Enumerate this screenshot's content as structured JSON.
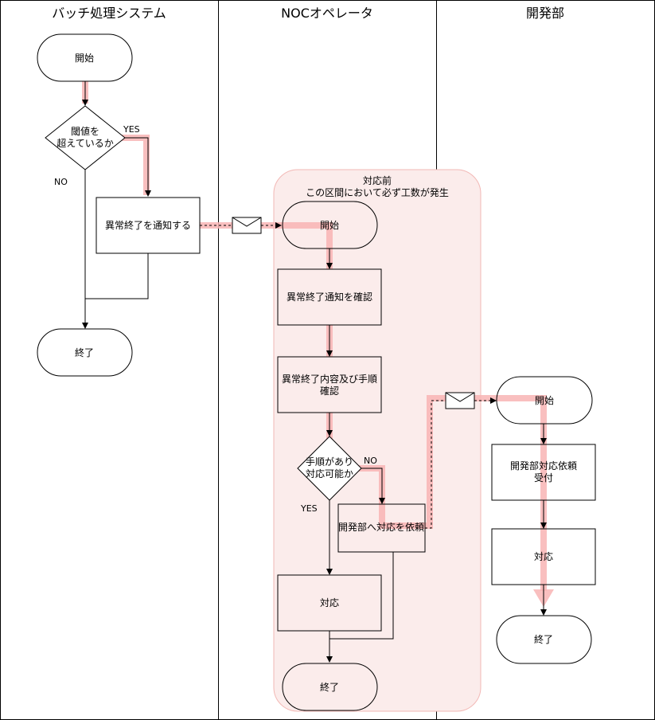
{
  "lanes": [
    {
      "title": "バッチ処理システム"
    },
    {
      "title": "NOCオペレータ"
    },
    {
      "title": "開発部"
    }
  ],
  "highlight_region": {
    "line1": "対応前",
    "line2": "この区間において必ず工数が発生"
  },
  "batch": {
    "start": "開始",
    "decision_line1": "閾値を",
    "decision_line2": "超えているか",
    "yes": "YES",
    "no": "NO",
    "notify": "異常終了を通知する",
    "end": "終了"
  },
  "noc": {
    "start": "開始",
    "confirm_notice": "異常終了通知を確認",
    "confirm_detail_line1": "異常終了内容及び手順",
    "confirm_detail_line2": "確認",
    "decision_line1": "手順があり",
    "decision_line2": "対応可能か",
    "no": "NO",
    "yes": "YES",
    "request": "開発部へ対応を依頼",
    "handle": "対応",
    "end": "終了"
  },
  "dev": {
    "start": "開始",
    "receive_line1": "開発部対応依頼",
    "receive_line2": "受付",
    "handle": "対応",
    "end": "終了"
  },
  "colors": {
    "highlight_fill": "#fbeceb",
    "highlight_stroke": "#f2b8b5",
    "path": "#f8b4b4",
    "line": "#000000"
  }
}
